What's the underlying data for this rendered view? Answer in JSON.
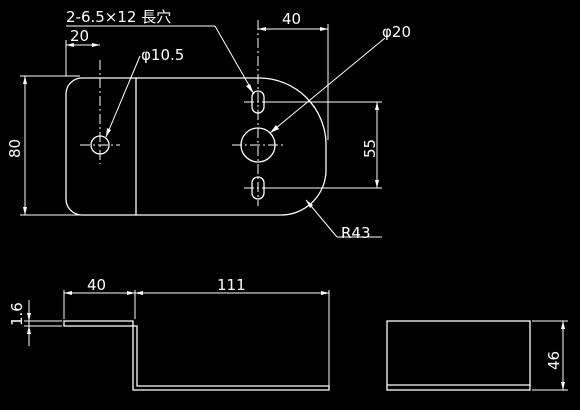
{
  "colors": {
    "background": "#000000",
    "line": "#ffffff"
  },
  "plan_view": {
    "slot_callout": "2-6.5×12 長穴",
    "dim_slot_spacing": "40",
    "dim_hole_offset": "20",
    "dim_small_hole_dia": "φ10.5",
    "dim_large_hole_dia": "φ20",
    "dim_height": "80",
    "dim_slot_pitch": "55",
    "dim_radius": "R43"
  },
  "front_view": {
    "dim_thickness": "1.6",
    "dim_flange": "40",
    "dim_length": "111"
  },
  "side_view": {
    "dim_width": "46"
  }
}
